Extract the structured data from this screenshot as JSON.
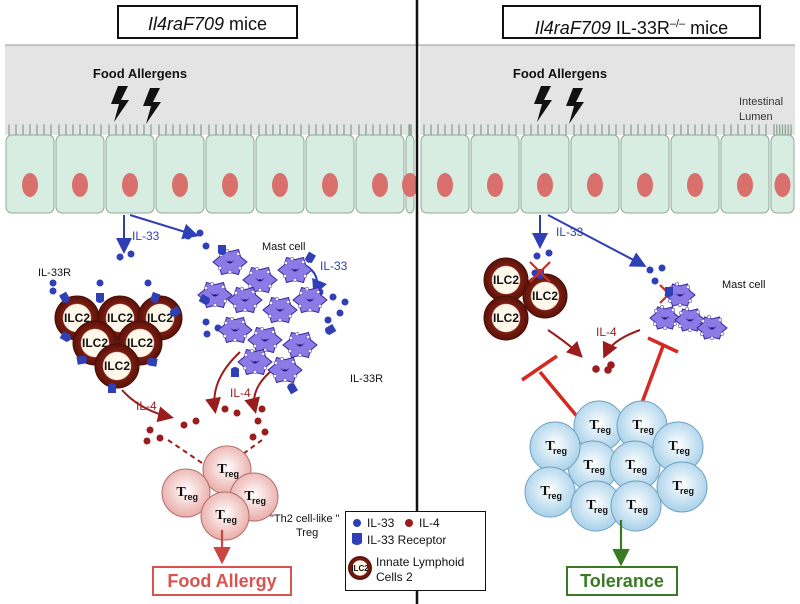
{
  "left_panel": {
    "title_italic": "Il4raF709",
    "title_rest": " mice",
    "food_allergens": "Food Allergens",
    "il33": "IL-33",
    "il33_mast": "IL-33",
    "il33r_top": "IL-33R",
    "il33r_bottom": "IL-33R",
    "mast_cell": "Mast cell",
    "il4_left": "IL-4",
    "il4_right": "IL-4",
    "ilc2": "ILC2",
    "treg_main": "T",
    "treg_sub": "reg",
    "th2_note_line1": "\"Th2 cell-like \"",
    "th2_note_line2": "Treg",
    "outcome": "Food Allergy"
  },
  "right_panel": {
    "title_italic": "Il4raF709",
    "title_rest": " IL-33R",
    "title_sup": "–/–",
    "title_end": " mice",
    "food_allergens": "Food Allergens",
    "il33": "IL-33",
    "mast_cell": "Mast cell",
    "il4": "IL-4",
    "ilc2": "ILC2",
    "intestinal_lumen_1": "Intestinal",
    "intestinal_lumen_2": "Lumen",
    "outcome": "Tolerance"
  },
  "legend": {
    "il33": "IL-33",
    "il4": "IL-4",
    "receptor": "IL-33 Receptor",
    "ilc2_icon": "ILC2",
    "ilc2_line1": "Innate Lymphoid",
    "ilc2_line2": "Cells 2"
  },
  "colors": {
    "blue": "#2f3fb5",
    "dark_red": "#9b1c1c",
    "allergy_red": "#d9534f",
    "green": "#3a7a25",
    "epithelium": "#d7ede2",
    "nucleus": "#d9706b",
    "lumen": "#e4e4e4",
    "mast": "#8c7ae6",
    "ilc2_ring": "#7a1d12"
  }
}
